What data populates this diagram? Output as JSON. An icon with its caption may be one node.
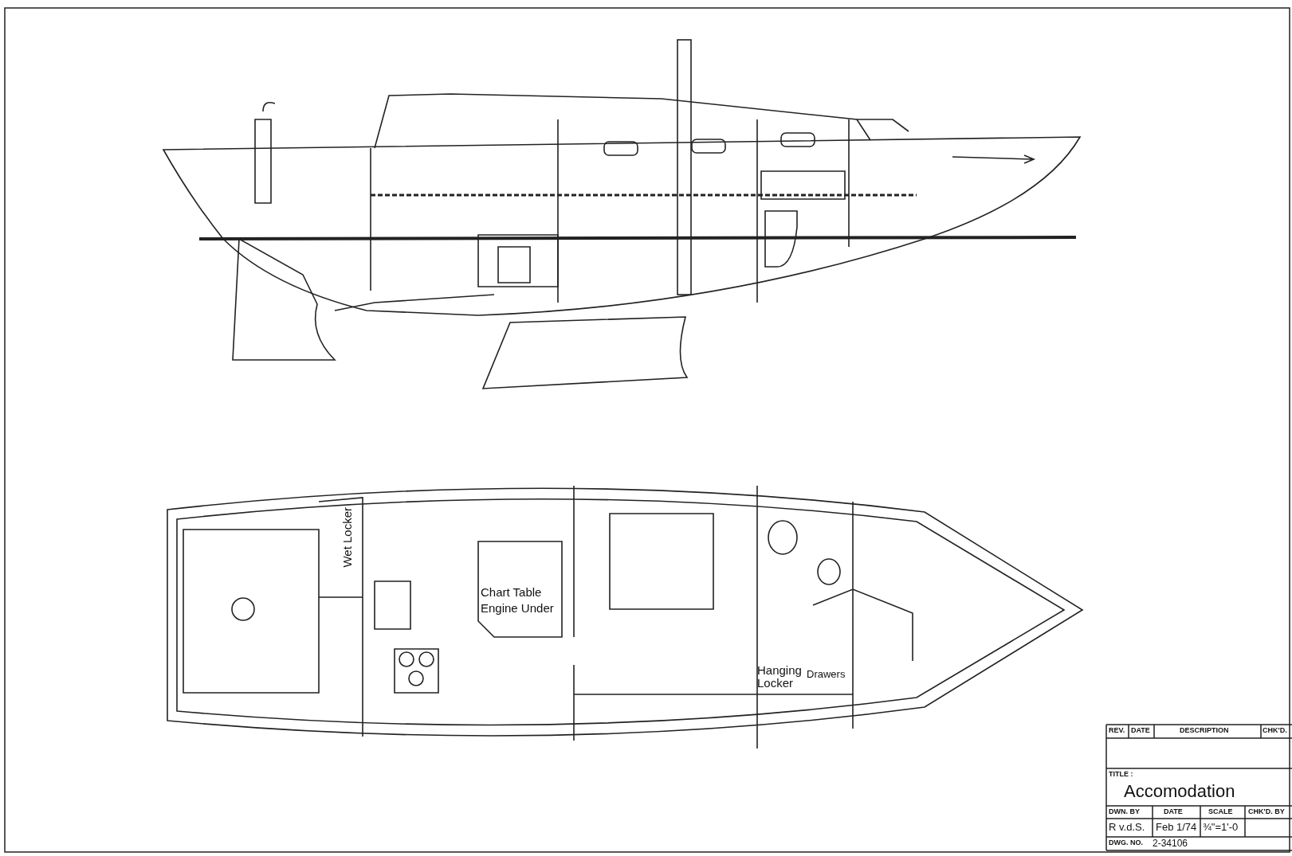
{
  "diagram": {
    "labels": [
      "Wet Locker",
      "Chart Table",
      "Engine Under",
      "Hanging Locker",
      "Drawers",
      "REV.",
      "DATE",
      "DESCRIPTION",
      "CHK'D.",
      "TITLE :",
      "Accomodation",
      "DWN. BY",
      "DATE",
      "SCALE",
      "CHK'D. BY",
      "R v.d.S.",
      "Feb 1/74",
      "¾\"=1'-0",
      "DWG. NO.",
      "2-34106"
    ]
  }
}
